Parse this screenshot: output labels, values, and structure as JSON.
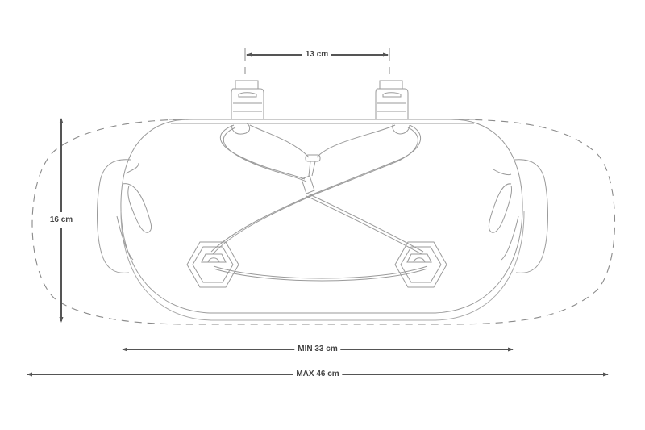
{
  "diagram": {
    "subject": "handlebar bag dimensions",
    "colors": {
      "line": "#9a9a9a",
      "dimension_line": "#555555",
      "label_text": "#444444",
      "background": "#ffffff"
    },
    "dimensions": {
      "strap_spacing": {
        "label": "13 cm",
        "value": 13,
        "unit": "cm"
      },
      "height": {
        "label": "16 cm",
        "value": 16,
        "unit": "cm"
      },
      "min_width": {
        "label": "MIN 33 cm",
        "value": 33,
        "unit": "cm",
        "qualifier": "MIN"
      },
      "max_width": {
        "label": "MAX 46 cm",
        "value": 46,
        "unit": "cm",
        "qualifier": "MAX"
      }
    }
  }
}
